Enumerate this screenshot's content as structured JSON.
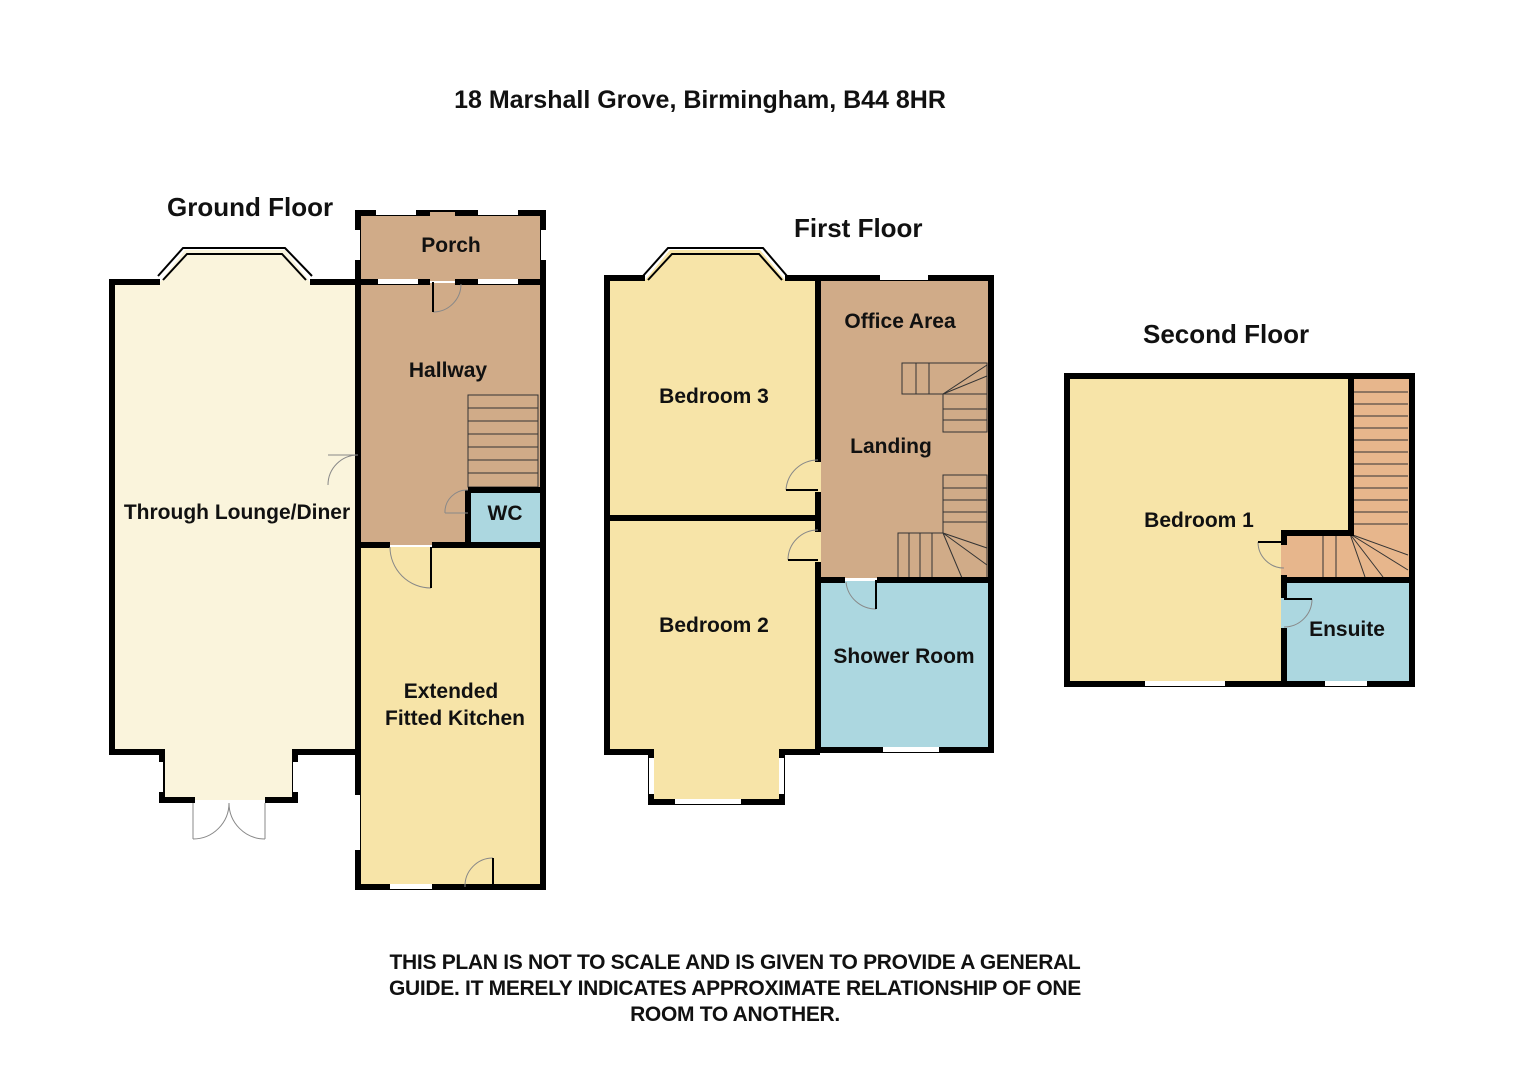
{
  "title": "18 Marshall Grove, Birmingham, B44 8HR",
  "floors": {
    "ground": {
      "title": "Ground Floor",
      "rooms": {
        "porch": "Porch",
        "hallway": "Hallway",
        "lounge": "Through Lounge/Diner",
        "wc": "WC",
        "kitchen_line1": "Extended",
        "kitchen_line2": "Fitted Kitchen"
      }
    },
    "first": {
      "title": "First Floor",
      "rooms": {
        "bedroom3": "Bedroom 3",
        "office": "Office Area",
        "landing": "Landing",
        "bedroom2": "Bedroom 2",
        "shower": "Shower Room"
      }
    },
    "second": {
      "title": "Second Floor",
      "rooms": {
        "bedroom1": "Bedroom 1",
        "ensuite": "Ensuite"
      }
    }
  },
  "colors": {
    "wall": "#000000",
    "lounge": "#faf4dc",
    "bedroom_kitchen": "#f7e4a8",
    "hall_landing": "#d0ab88",
    "wet_room": "#acd7e0",
    "stairs_second": "#e7b68c"
  },
  "disclaimer": {
    "line1": "THIS PLAN IS NOT TO SCALE AND IS GIVEN TO PROVIDE A GENERAL",
    "line2": "GUIDE. IT MERELY INDICATES APPROXIMATE RELATIONSHIP OF ONE",
    "line3": "ROOM TO ANOTHER."
  }
}
